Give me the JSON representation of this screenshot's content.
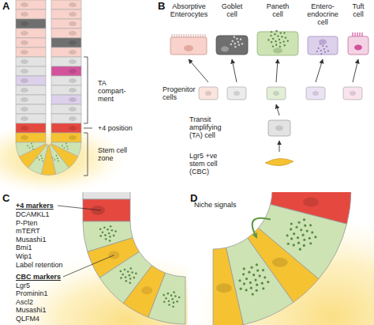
{
  "diagram": {
    "nodes": [
      {
        "text": [
          "Absorptive Enterocytes"
        ]
      },
      {
        "text": [
          "Goblet cell"
        ]
      },
      {
        "text": [
          "Paneth cell"
        ]
      },
      {
        "text": [
          "Entero- endocrine cell"
        ]
      },
      {
        "text": [
          "Tuft cell"
        ]
      },
      {
        "text": [
          "Progenitor cells"
        ]
      },
      {
        "text": [
          "Transit amplifying (TA) cell"
        ]
      },
      {
        "text": [
          "Lgr5 +ve stem cell (CBC)"
        ]
      }
    ],
    "edges": [
      {
        "from": 5,
        "to": 0,
        "arrow": "to"
      },
      {
        "from": 5,
        "to": 1,
        "arrow": "to"
      },
      {
        "from": 5,
        "to": 2,
        "arrow": "to"
      },
      {
        "from": 5,
        "to": 3,
        "arrow": "to"
      },
      {
        "from": 5,
        "to": 4,
        "arrow": "to"
      },
      {
        "from": 6,
        "to": 5,
        "arrow": "to"
      },
      {
        "from": 7,
        "to": 6,
        "arrow": "to"
      }
    ],
    "labels": [
      "A",
      "TA compart- ment",
      "+4 position",
      "Stem cell zone",
      "B",
      "C",
      "+4 markers",
      "DCAMKL1",
      "P-Pten",
      "mTERT",
      "Musashi1",
      "Bmi1",
      "Wip1",
      "Label retention",
      "CBC markers",
      "Lgr5",
      "Prominin1",
      "Ascl2",
      "Musashi1",
      "QLFM4",
      "D",
      "Niche signals"
    ]
  }
}
